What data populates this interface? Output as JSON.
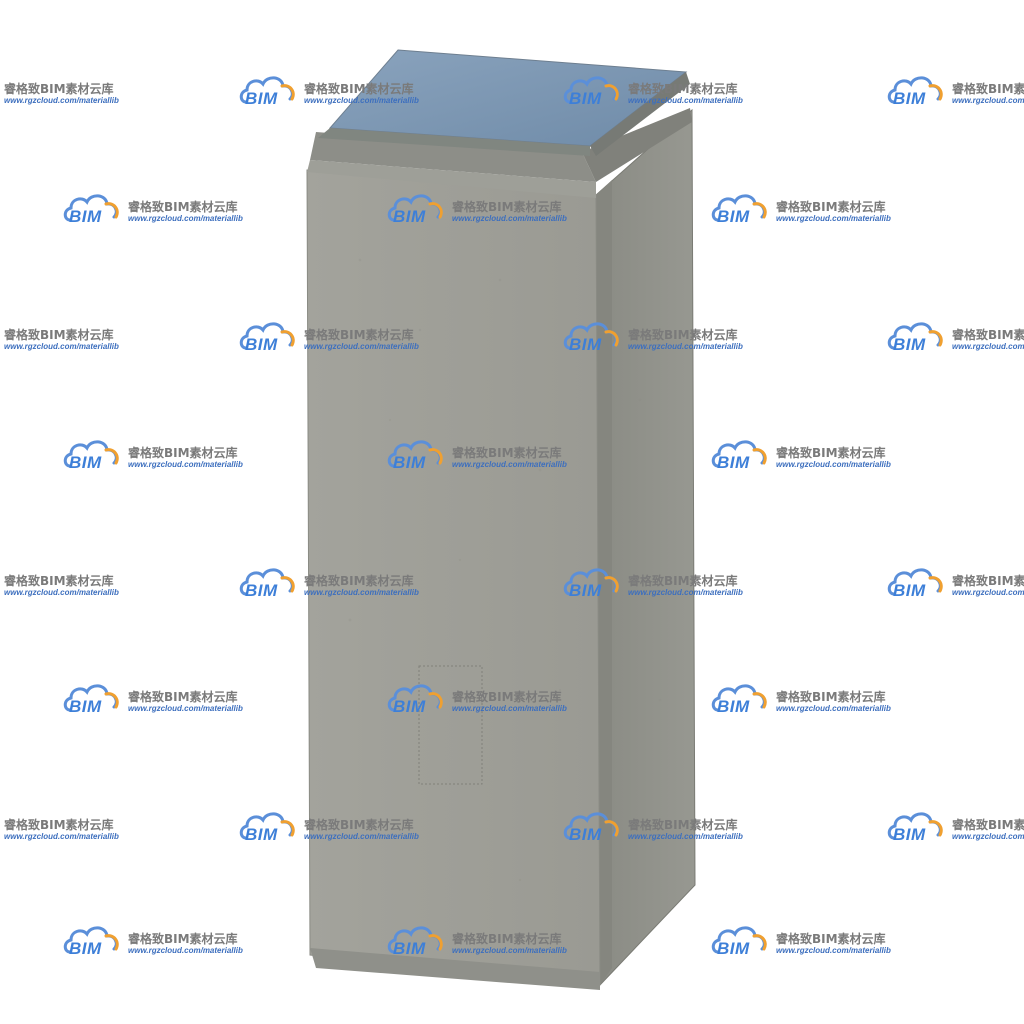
{
  "image": {
    "subject": "enclosure-cabinet-3d-render",
    "background": "#ffffff",
    "colors": {
      "front_face": "#9c9c95",
      "side_face": "#8e8f88",
      "top_panel": "#7f9bb8",
      "edge_dark": "#6f706a"
    }
  },
  "watermark": {
    "logo_text": "BIM",
    "brand": "睿格致BIM素材云库",
    "url": "www.rgzcloud.com/materiallib",
    "colors": {
      "logo_blue": "#3d7fd8",
      "logo_orange": "#f0a030",
      "brand_gray": "#7a7a7a"
    }
  }
}
